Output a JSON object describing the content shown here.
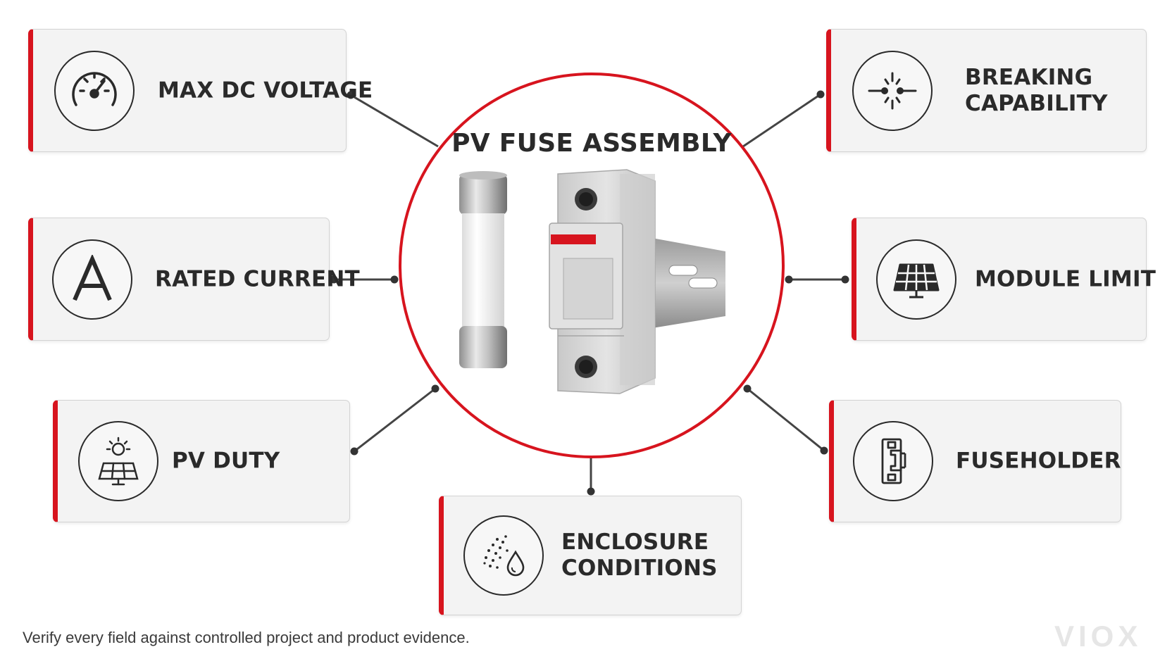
{
  "center": {
    "title": "PV FUSE ASSEMBLY"
  },
  "cards": {
    "max_dc_voltage": {
      "label": "MAX DC VOLTAGE",
      "icon": "gauge-icon"
    },
    "rated_current": {
      "label": "RATED CURRENT",
      "icon": "ampere-icon"
    },
    "pv_duty": {
      "label": "PV DUTY",
      "icon": "sun-solar-panel-icon"
    },
    "enclosure_conditions": {
      "label_line1": "ENCLOSURE",
      "label_line2": "CONDITIONS",
      "icon": "dust-water-drop-icon"
    },
    "breaking_capability": {
      "label_line1": "BREAKING",
      "label_line2": "CAPABILITY",
      "icon": "breaking-arc-icon"
    },
    "module_limit": {
      "label": "MODULE LIMIT",
      "icon": "solar-panel-icon"
    },
    "fuseholder": {
      "label": "FUSEHOLDER",
      "icon": "fuseholder-icon"
    }
  },
  "footer": {
    "note": "Verify every field against controlled project and product evidence."
  },
  "brand": {
    "logo_text": "VIOX"
  },
  "colors": {
    "accent": "#d7141e",
    "card_bg": "#f3f3f3",
    "text": "#2a2a2a"
  }
}
